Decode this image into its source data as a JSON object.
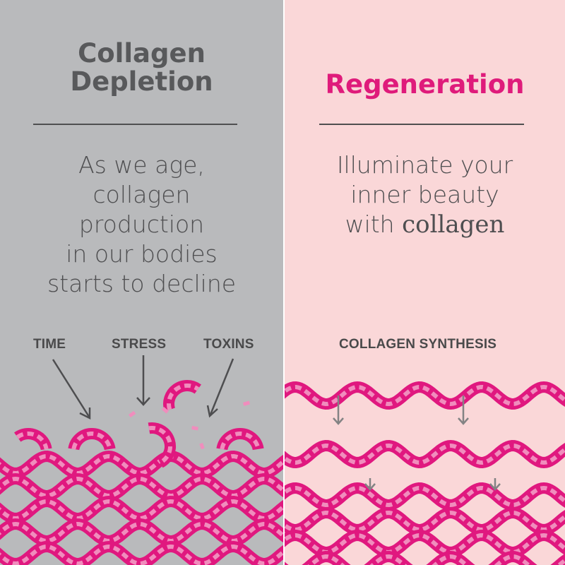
{
  "left": {
    "title_lines": [
      "Collagen",
      "Depletion"
    ],
    "body_lines": [
      "As we age,",
      "collagen",
      "production",
      "in our bodies",
      "starts to decline"
    ],
    "factors": [
      "TIME",
      "STRESS",
      "TOXINS"
    ]
  },
  "right": {
    "title": "Regeneration",
    "body_lines": [
      "Illuminate your",
      "inner beauty"
    ],
    "body_last_prefix": "with ",
    "body_last_serif": "collagen",
    "process_label": "COLLAGEN SYNTHESIS"
  },
  "colors": {
    "left_bg": "#b9babc",
    "right_bg": "#fad7d8",
    "magenta": "#e0187f",
    "light_pink": "#f08dbd",
    "text_gray": "#4e4e50"
  }
}
